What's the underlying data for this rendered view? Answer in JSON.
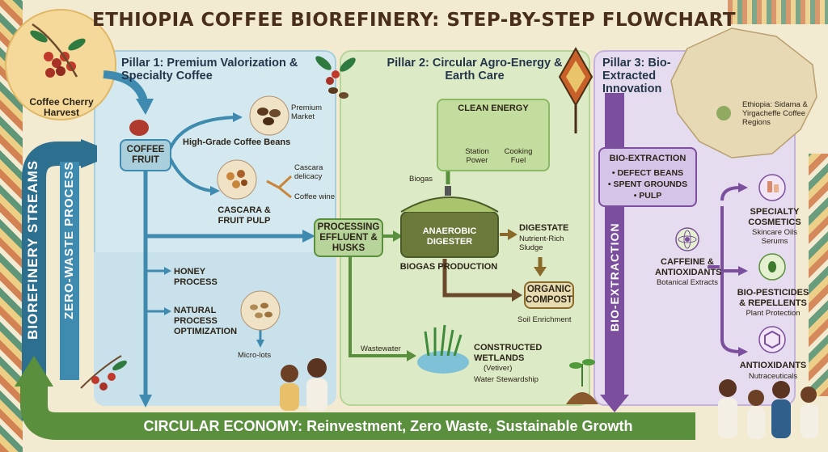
{
  "title": "ETHIOPIA COFFEE BIOREFINERY: STEP-BY-STEP  FLOWCHART",
  "harvest": "Coffee Cherry Harvest",
  "side_streams": {
    "outer": "BIOREFINERY STREAMS",
    "inner": "ZERO-WASTE PROCESS"
  },
  "pillar1": {
    "title": "Pillar 1: Premium Valorization & Specialty Coffee",
    "coffee_fruit": "COFFEE FRUIT",
    "beans": "High-Grade Coffee Beans",
    "premium": "Premium Market",
    "cascara": "CASCARA & FRUIT PULP",
    "cascara_delicacy": "Cascara delicacy",
    "coffee_wine": "Coffee wine",
    "honey": "HONEY PROCESS",
    "natural": "NATURAL PROCESS OPTIMIZATION",
    "microlots": "Micro-lots"
  },
  "pillar2": {
    "title": "Pillar 2: Circular Agro-Energy & Earth Care",
    "effluent": "PROCESSING EFFLUENT & HUSKS",
    "clean_energy": "CLEAN ENERGY",
    "station_power": "Station Power",
    "cooking_fuel": "Cooking Fuel",
    "biogas": "Biogas",
    "digester": "ANAEROBIC DIGESTER",
    "biogas_production": "BIOGAS PRODUCTION",
    "digestate": "DIGESTATE",
    "digestate_sub": "Nutrient-Rich Sludge",
    "compost": "ORGANIC COMPOST",
    "soil": "Soil Enrichment",
    "wastewater": "Wastewater",
    "wetlands": "CONSTRUCTED WETLANDS",
    "vetiver": "(Vetiver)",
    "water": "Water Stewardship"
  },
  "pillar3": {
    "title": "Pillar 3: Bio-Extracted Innovation",
    "bioextraction_head": "BIO-EXTRACTION",
    "items": [
      "• DEFECT BEANS",
      "• SPENT GROUNDS",
      "• PULP"
    ],
    "vertical": "BIO-EXTRACTION",
    "caffeine": "CAFFEINE & ANTIOXIDANTS",
    "caffeine_sub": "Botanical Extracts",
    "cosmetics": "SPECIALTY COSMETICS",
    "cosmetics_sub": "Skincare Oils Serums",
    "pesticides": "BIO-PESTICIDES & REPELLENTS",
    "pesticides_sub": "Plant Protection",
    "antioxidants": "ANTIOXIDANTS",
    "antioxidants_sub": "Nutraceuticals"
  },
  "map_label": "Ethiopia: Sidama & Yirgacheffe Coffee Regions",
  "bottom": "CIRCULAR ECONOMY: Reinvestment, Zero Waste, Sustainable Growth",
  "colors": {
    "blue": "#3f8bb0",
    "green": "#5a8f3e",
    "purple": "#7b4f9e",
    "brown": "#6b4a2b"
  }
}
